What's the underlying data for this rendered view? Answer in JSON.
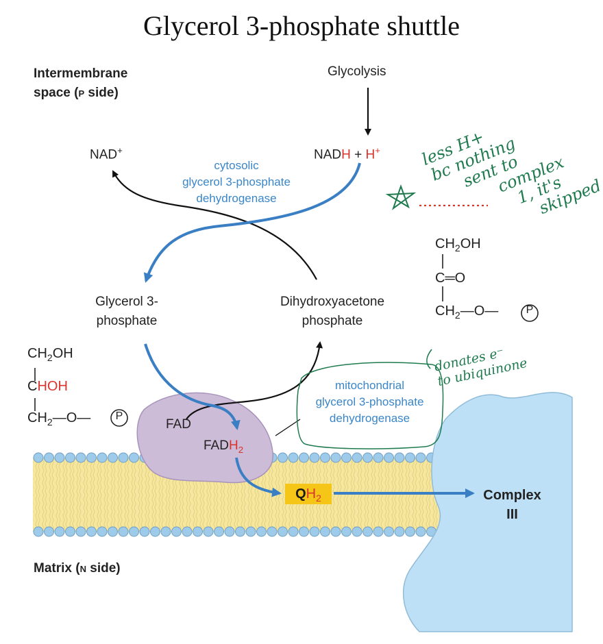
{
  "title": "Glycerol 3-phosphate shuttle",
  "regions": {
    "intermembrane_line1": "Intermembrane",
    "intermembrane_line2": "space (",
    "intermembrane_p": "P",
    "intermembrane_side": " side)",
    "matrix": "Matrix (",
    "matrix_n": "N",
    "matrix_side": " side)"
  },
  "labels": {
    "glycolysis": "Glycolysis",
    "nad": "NAD",
    "nad_sup": "+",
    "nadh_prefix": "NAD",
    "nadh_h": "H",
    "plus": " + ",
    "hplus_h": "H",
    "hplus_sup": "+",
    "g3p_line1": "Glycerol 3-",
    "g3p_line2": "phosphate",
    "dhap_line1": "Dihydroxyacetone",
    "dhap_line2": "phosphate",
    "fad": "FAD",
    "fadh2_prefix": "FAD",
    "fadh2_h": "H",
    "fadh2_sub": "2",
    "qh2_q": "Q",
    "qh2_h": "H",
    "qh2_sub": "2",
    "complex_line1": "Complex",
    "complex_line2": "III"
  },
  "enzymes": {
    "cytosolic_line1": "cytosolic",
    "cytosolic_line2": "glycerol 3-phosphate",
    "cytosolic_line3": "dehydrogenase",
    "mito_line1": "mitochondrial",
    "mito_line2": "glycerol 3-phosphate",
    "mito_line3": "dehydrogenase"
  },
  "structures": {
    "g3p": {
      "row1": "CH",
      "row1_sub": "2",
      "row1_end": "OH",
      "row2_c": "C",
      "row2_hoh": "HOH",
      "row3": "CH",
      "row3_sub": "2",
      "row3_end": "—O—",
      "phosphate": "P"
    },
    "dhap": {
      "row1": "CH",
      "row1_sub": "2",
      "row1_end": "OH",
      "row2": "C═O",
      "row3": "CH",
      "row3_sub": "2",
      "row3_end": "—O—",
      "phosphate": "P"
    }
  },
  "annotations": {
    "note1_line1": "less H+",
    "note1_line2": "bc nothing",
    "note1_line3": "sent to",
    "note1_line4": "complex",
    "note1_line5": "1, it's",
    "note1_line6": "skipped",
    "note2_line1": "donates e⁻",
    "note2_line2": "to ubiquinone"
  },
  "colors": {
    "blue_arrow": "#3a7fc4",
    "red_text": "#d9342b",
    "protein_purple": "#cdbcd8",
    "complex_blue": "#bde0f6",
    "membrane_yellow": "#f5e6a0",
    "lipid_head": "#9ecbe9",
    "qh2_box": "#f5c518",
    "handwriting_green": "#1f7a4e"
  }
}
